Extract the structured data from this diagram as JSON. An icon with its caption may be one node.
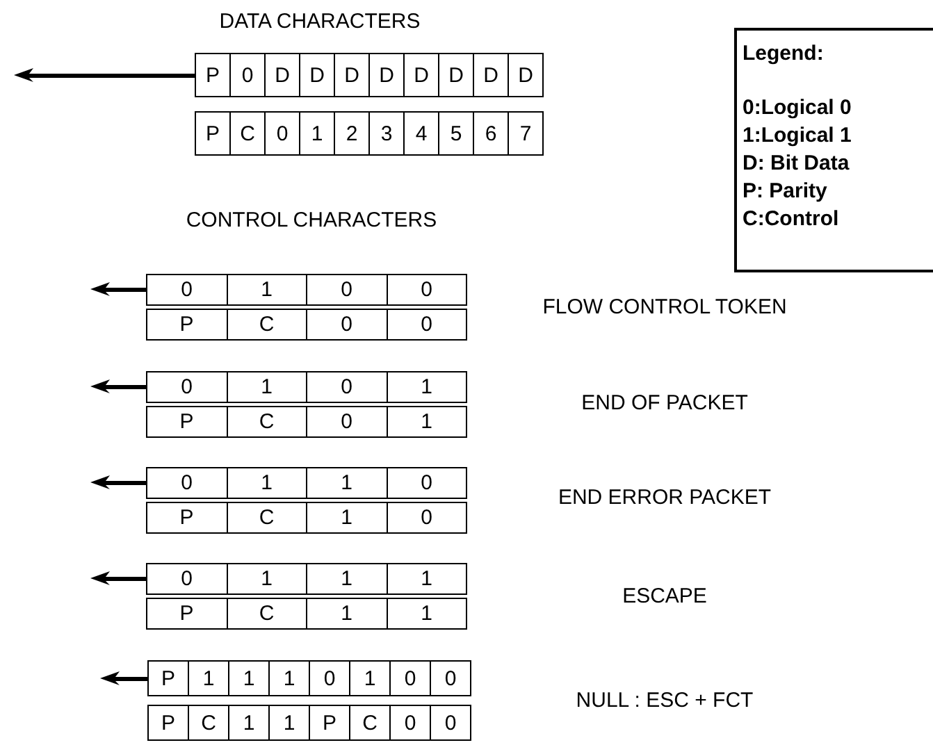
{
  "diagram": {
    "labels": [
      "DATA CHARACTERS",
      "P",
      "0",
      "D",
      "D",
      "D",
      "D",
      "D",
      "D",
      "D",
      "D",
      "P",
      "C",
      "0",
      "1",
      "2",
      "3",
      "4",
      "5",
      "6",
      "7",
      "CONTROL CHARACTERS",
      "0",
      "1",
      "0",
      "0",
      "P",
      "C",
      "0",
      "0",
      "FLOW CONTROL TOKEN",
      "0",
      "1",
      "0",
      "1",
      "P",
      "C",
      "0",
      "1",
      "END OF PACKET",
      "0",
      "1",
      "1",
      "0",
      "P",
      "C",
      "1",
      "0",
      "END ERROR PACKET",
      "0",
      "1",
      "1",
      "1",
      "P",
      "C",
      "1",
      "1",
      "ESCAPE",
      "P",
      "1",
      "1",
      "1",
      "0",
      "1",
      "0",
      "0",
      "P",
      "C",
      "1",
      "1",
      "P",
      "C",
      "0",
      "0",
      "NULL : ESC + FCT",
      "Legend:"
    ],
    "legend": [
      {
        "text": "0:Logical 0"
      },
      {
        "text": "1:Logical 1"
      },
      {
        "text": "D: Bit Data"
      },
      {
        "text": "P: Parity"
      },
      {
        "text": "C:Control"
      }
    ]
  }
}
